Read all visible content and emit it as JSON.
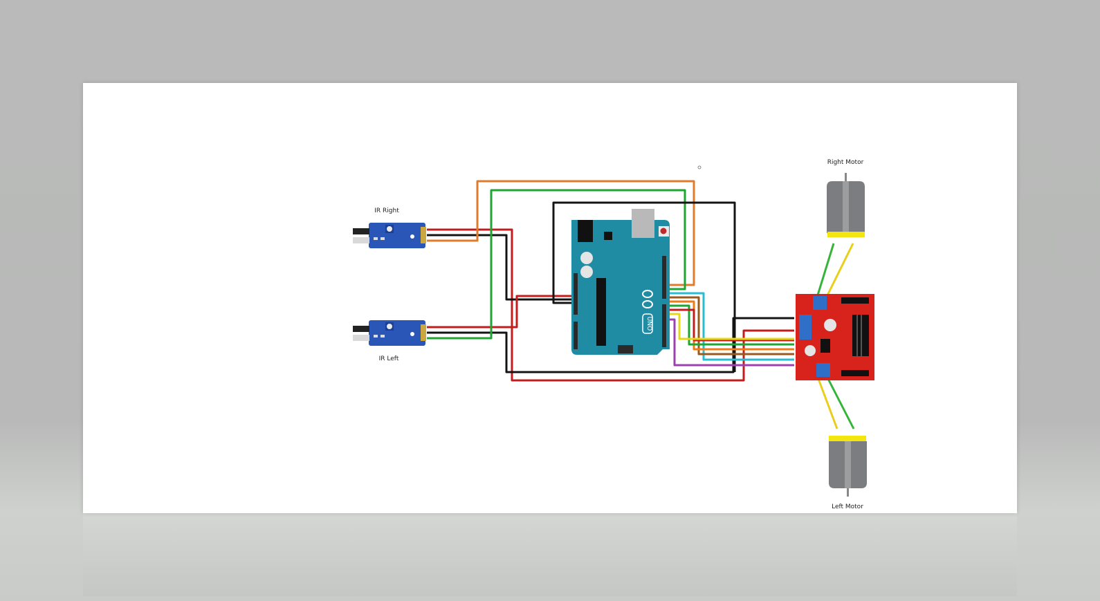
{
  "labels": {
    "ir_right": "IR Right",
    "ir_left": "IR Left",
    "right_motor": "Right Motor",
    "left_motor": "Left Motor",
    "uno": "UNO"
  },
  "colors": {
    "arduino": "#1f8ca3",
    "driver": "#d8231c",
    "sensor": "#2a56b8",
    "motor": "#7b7d80",
    "motor_cap": "#f3e60e"
  }
}
